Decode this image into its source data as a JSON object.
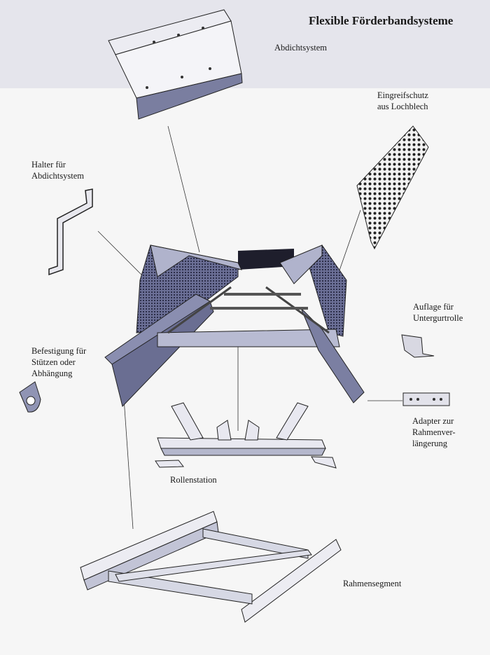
{
  "title": "Flexible Förderbandsysteme",
  "labels": {
    "abdichtsystem": "Abdichtsystem",
    "eingreifschutz_1": "Eingreifschutz",
    "eingreifschutz_2": "aus Lochblech",
    "halter_1": "Halter für",
    "halter_2": "Abdichtsystem",
    "auflage_1": "Auflage für",
    "auflage_2": "Untergurtrolle",
    "befestigung_1": "Befestigung für",
    "befestigung_2": "Stützen oder",
    "befestigung_3": "Abhängung",
    "adapter_1": "Adapter zur",
    "adapter_2": "Rahmenver-",
    "adapter_3": "längerung",
    "rollenstation": "Rollenstation",
    "rahmensegment": "Rahmensegment"
  },
  "colors": {
    "band": "#e5e5ec",
    "metal": "#a9acc4",
    "dark": "#3a3d5c"
  }
}
